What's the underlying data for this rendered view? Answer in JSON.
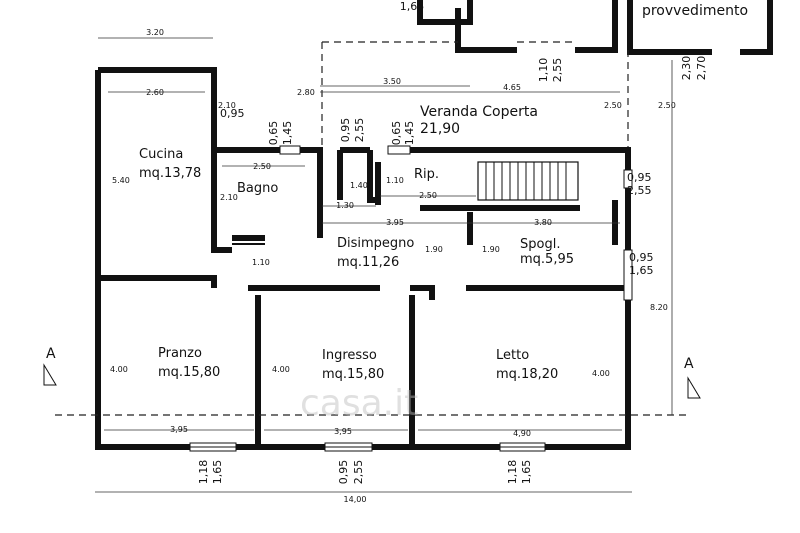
{
  "rooms": {
    "veranda": {
      "name": "Veranda Coperta",
      "area": "21,90"
    },
    "cucina": {
      "name": "Cucina",
      "area": "mq.13,78"
    },
    "bagno": {
      "name": "Bagno"
    },
    "rip": {
      "name": "Rip."
    },
    "disimpegno": {
      "name": "Disimpegno",
      "area": "mq.11,26"
    },
    "spogl": {
      "name": "Spogl.",
      "area": "mq.5,95"
    },
    "pranzo": {
      "name": "Pranzo",
      "area": "mq.15,80"
    },
    "ingresso": {
      "name": "Ingresso",
      "area": "mq.15,80"
    },
    "letto": {
      "name": "Letto",
      "area": "mq.18,20"
    },
    "provvedimento": {
      "name": "provvedimento"
    }
  },
  "section_marks": {
    "left": "A",
    "right": "A"
  },
  "watermark": "casa.it",
  "dimensions": {
    "d_3_20": "3.20",
    "d_2_60": "2.60",
    "d_0_95_cucina": "0,95",
    "d_2_10_top": "2.10",
    "d_2_80": "2.80",
    "d_3_50": "3.50",
    "d_4_65": "4.65",
    "d_5_40": "5.40",
    "d_2_50_bagno": "2.50",
    "d_2_10_bagno": "2.10",
    "d_1_40": "1.40",
    "d_1_10_rip": "1.10",
    "d_2_50_rip": "2.50",
    "d_1_30": "1.30",
    "d_3_95_dis": "3.95",
    "d_3_80": "3.80",
    "d_1_90_a": "1.90",
    "d_1_90_b": "1.90",
    "d_1_10_bagno": "1.10",
    "d_2_50_right_a": "2.50",
    "d_2_50_right_b": "2.50",
    "d_8_20": "8.20",
    "d_4_00_a": "4.00",
    "d_4_00_b": "4.00",
    "d_4_00_c": "4.00",
    "d_3_95_a": "3,95",
    "d_3_95_b": "3,95",
    "d_4_90": "4,90",
    "d_14_00": "14,00",
    "v_1_65_top": "1,65",
    "v_1_10": "1,10",
    "v_2_55_top": "2,55",
    "v_2_30": "2,30",
    "v_2_70": "2,70",
    "v_0_65_a": "0,65",
    "v_1_45_a": "1,45",
    "v_0_95_a": "0,95",
    "v_2_55_a": "2,55",
    "v_0_65_b": "0,65",
    "v_1_45_b": "1,45",
    "v_0_95_r1": "0,95",
    "v_2_55_r1": "2,55",
    "v_0_95_r2": "0,95",
    "v_1_65_r2": "1,65",
    "v_1_18_a": "1,18",
    "v_1_65_a": "1,65",
    "v_0_95_b": "0,95",
    "v_2_55_b": "2,55",
    "v_1_18_b": "1,18",
    "v_1_65_b": "1,65"
  }
}
